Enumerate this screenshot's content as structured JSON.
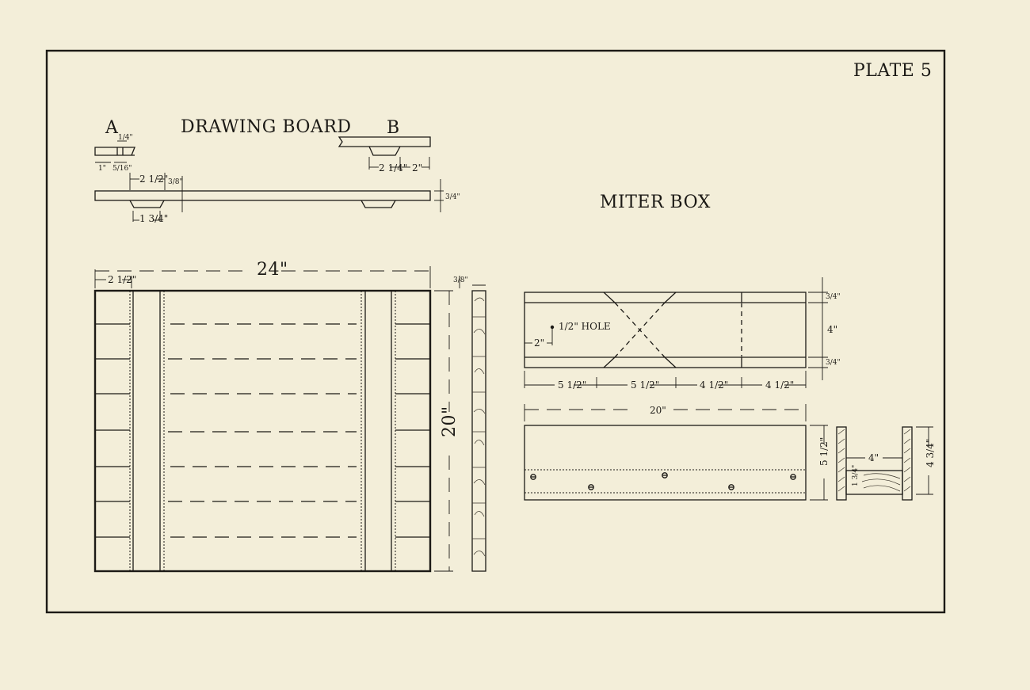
{
  "plate": {
    "label": "PLATE 5",
    "colors": {
      "paper": "#f3eed9",
      "ink": "#1c1a16"
    }
  },
  "drawing_board": {
    "title": "DRAWING BOARD",
    "detail_a": {
      "label": "A",
      "dims": [
        "1/4\"",
        "1\"",
        "5/16\""
      ]
    },
    "detail_b": {
      "label": "B",
      "dims": [
        "2 1/4\"",
        "2\""
      ]
    },
    "edge_view": {
      "dims": [
        "2 1/2\"",
        "3/8\"",
        "1 3/4\"",
        "3/4\""
      ]
    },
    "plan": {
      "width": "24\"",
      "height": "20\"",
      "batten_inset": "2 1/2\"",
      "thickness": "3/8\""
    }
  },
  "miter_box": {
    "title": "MITER BOX",
    "top_view": {
      "hole_label": "1/2\" HOLE",
      "hole_offset": "2\"",
      "segments": [
        "5 1/2\"",
        "5 1/2\"",
        "4 1/2\"",
        "4 1/2\""
      ],
      "side_dims": [
        "3/4\"",
        "4\"",
        "3/4\""
      ]
    },
    "side_view": {
      "length": "20\"",
      "height": "5 1/2\""
    },
    "end_view": {
      "width": "4\"",
      "height": "4 3/4\"",
      "base": "1 3/4\""
    }
  }
}
